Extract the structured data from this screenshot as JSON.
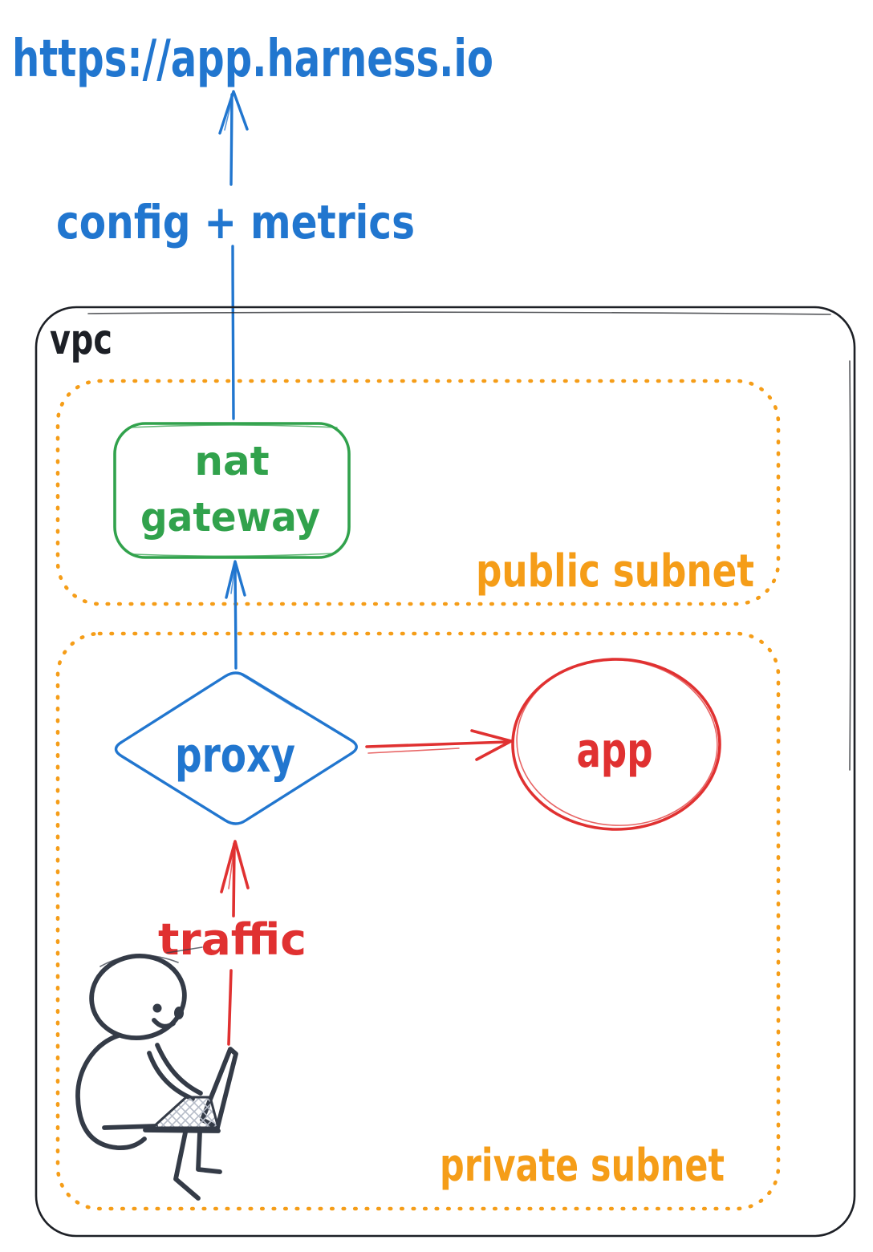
{
  "colors": {
    "bg": "#ffffff",
    "blue": "#2176cf",
    "green": "#31a24c",
    "orange": "#f59d18",
    "red": "#e03131",
    "ink": "#1d2026",
    "person": "#343b47",
    "hatch": "#b6bcc8"
  },
  "diagram": {
    "external_url": "https://app.harness.io",
    "config_metrics_label": "config + metrics",
    "vpc": {
      "label": "vpc"
    },
    "public_subnet": {
      "label": "public subnet"
    },
    "nat_gateway": {
      "line1": "nat",
      "line2": "gateway"
    },
    "private_subnet": {
      "label": "private subnet"
    },
    "proxy": {
      "label": "proxy"
    },
    "app": {
      "label": "app"
    },
    "traffic": {
      "label": "traffic"
    }
  }
}
